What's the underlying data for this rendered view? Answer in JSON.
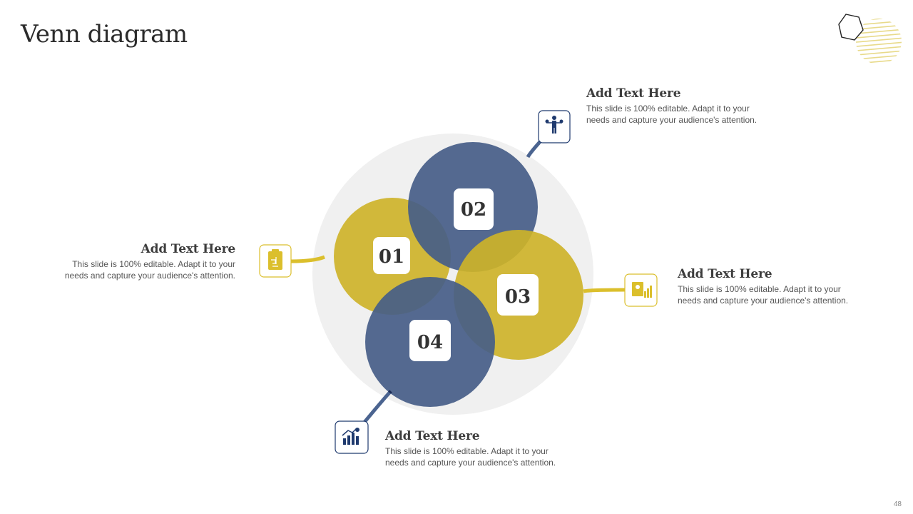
{
  "page": {
    "title": "Venn diagram",
    "page_number": "48"
  },
  "colors": {
    "yellow": "#DBBF2C",
    "navy": "#4B6490",
    "icon_navy": "#1F3A6E",
    "background_circle": "#F0F0F0"
  },
  "items": [
    {
      "number": "01",
      "heading": "Add Text Here",
      "body_line1": "This slide is 100% editable. Adapt it to your",
      "body_line2": "needs and capture your audience's attention.",
      "icon": "clipboard-icon",
      "color": "yellow"
    },
    {
      "number": "02",
      "heading": "Add Text Here",
      "body_line1": "This slide is 100% editable. Adapt it to your",
      "body_line2": "needs and capture your audience's attention.",
      "icon": "person-balance-icon",
      "color": "navy"
    },
    {
      "number": "03",
      "heading": "Add Text Here",
      "body_line1": "This slide is 100% editable. Adapt it to your",
      "body_line2": "needs and capture your audience's attention.",
      "icon": "report-chart-icon",
      "color": "yellow"
    },
    {
      "number": "04",
      "heading": "Add Text Here",
      "body_line1": "This slide is 100% editable. Adapt it to your",
      "body_line2": "needs and capture your audience's attention.",
      "icon": "growth-chart-icon",
      "color": "navy"
    }
  ]
}
